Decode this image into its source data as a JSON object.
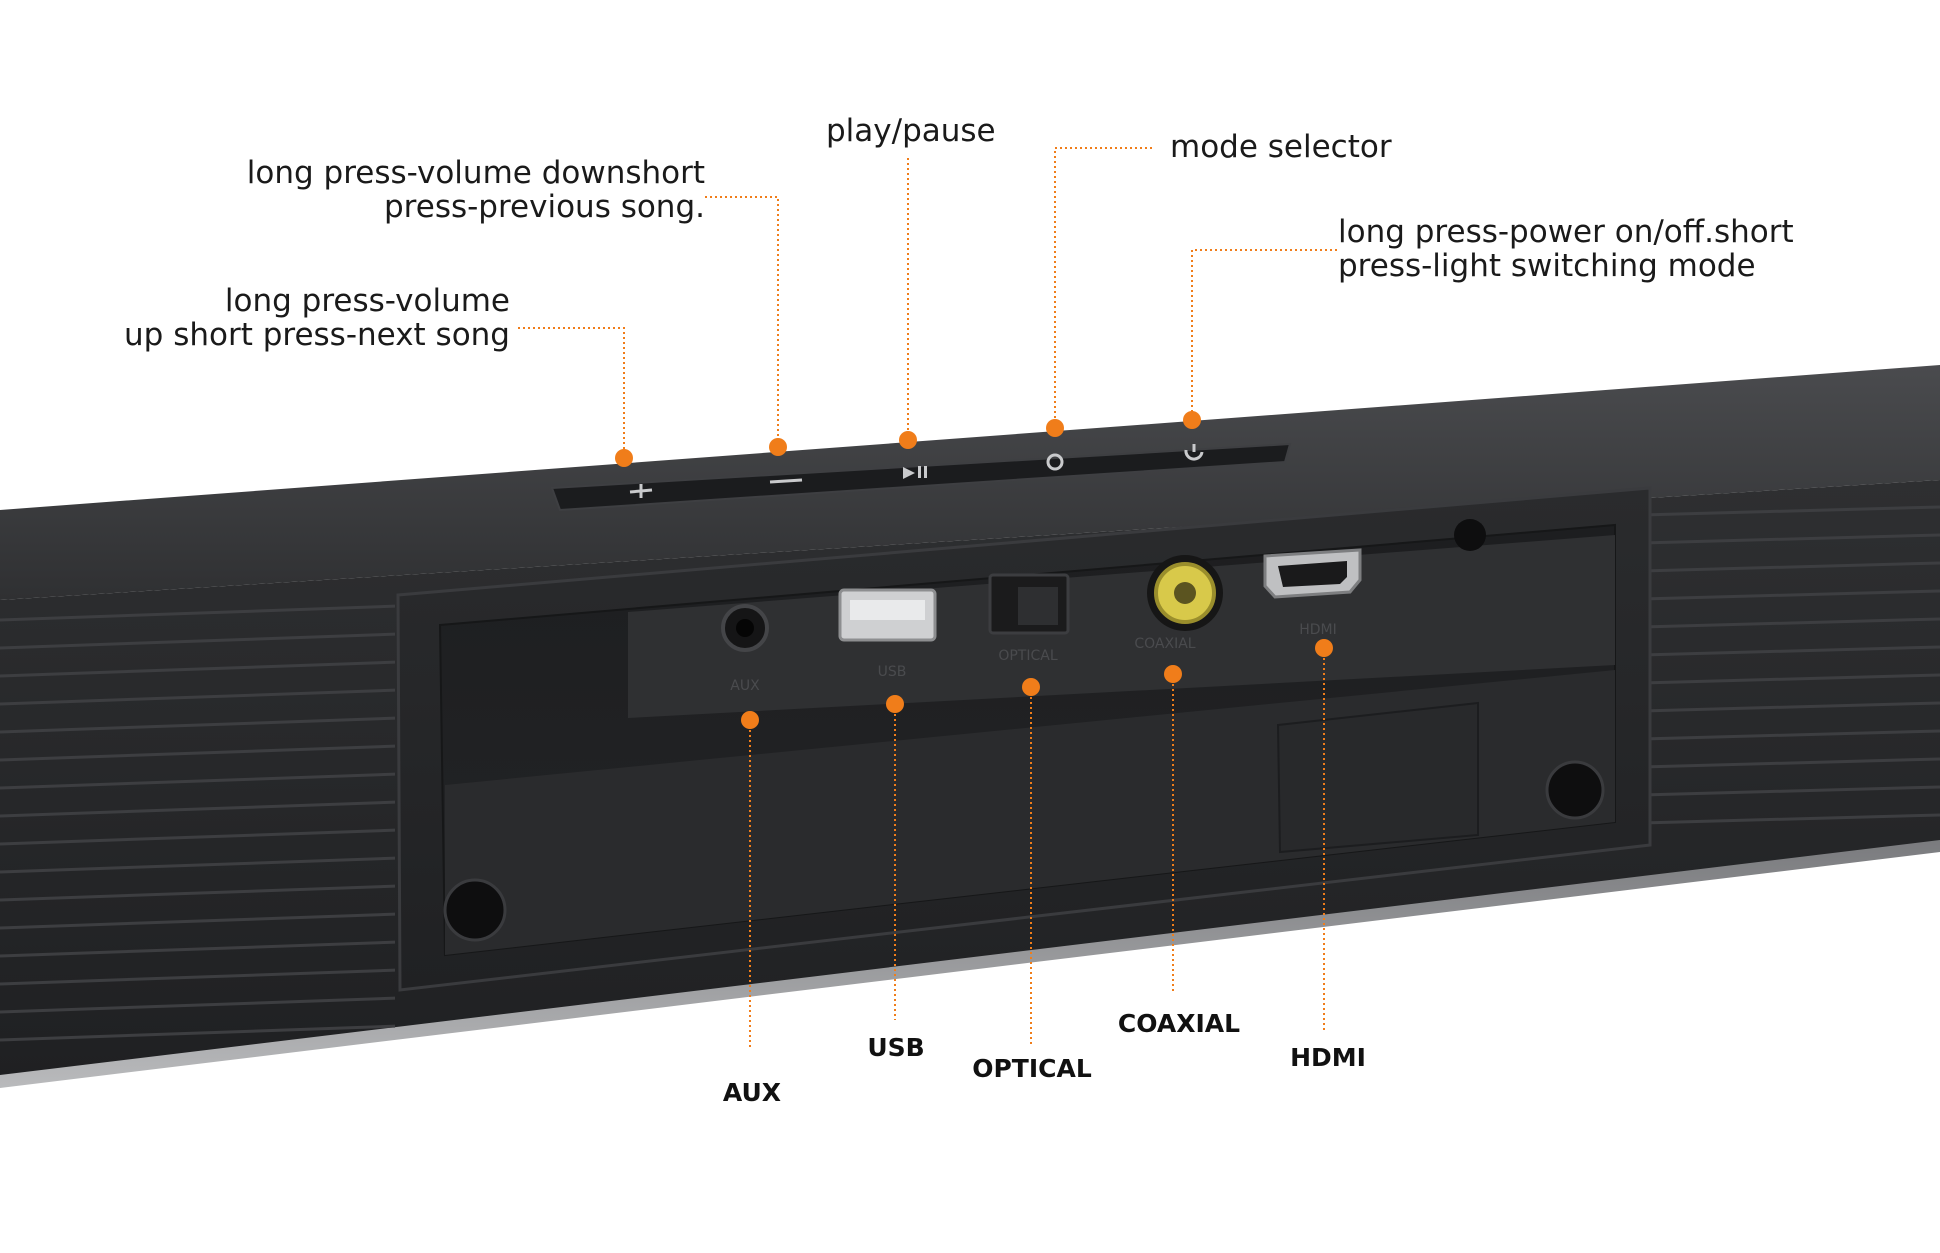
{
  "product": "soundbar",
  "accent_color": "#f07d1a",
  "body_color": "#2b2c2e",
  "controls": [
    {
      "name": "volume-up",
      "icon": "plus-icon",
      "label": "long press-volume\nup short press-next song"
    },
    {
      "name": "volume-down",
      "icon": "minus-icon",
      "label": "long press-volume downshort\npress-previous song."
    },
    {
      "name": "play-pause",
      "icon": "play-pause-icon",
      "label": "play/pause"
    },
    {
      "name": "mode",
      "icon": "mode-icon",
      "label": "mode selector"
    },
    {
      "name": "power",
      "icon": "power-icon",
      "label": "long press-power on/off.short\npress-light switching mode"
    }
  ],
  "ports": [
    {
      "name": "aux",
      "label": "AUX",
      "panel_text": "AUX"
    },
    {
      "name": "usb",
      "label": "USB",
      "panel_text": "USB"
    },
    {
      "name": "optical",
      "label": "OPTICAL",
      "panel_text": "OPTICAL"
    },
    {
      "name": "coaxial",
      "label": "COAXIAL",
      "panel_text": "COAXIAL"
    },
    {
      "name": "hdmi",
      "label": "HDMI",
      "panel_text": "HDMI"
    }
  ]
}
